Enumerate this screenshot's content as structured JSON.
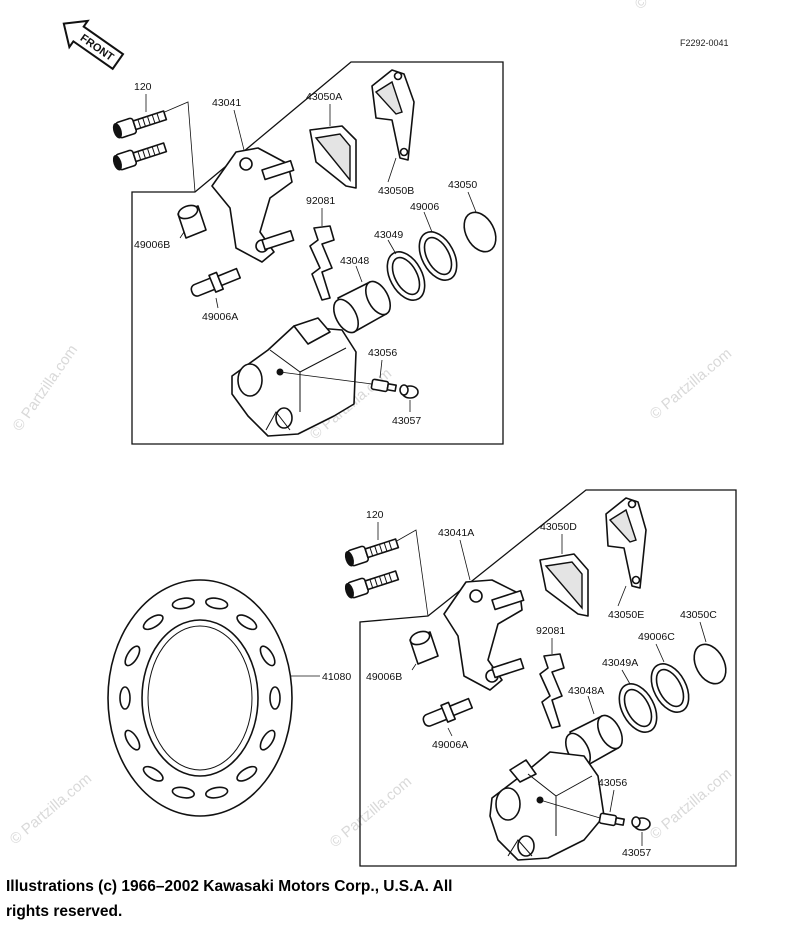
{
  "figure_code": "F2292-0041",
  "front_label": "FRONT",
  "watermark": "© Partzilla.com",
  "copyright": "Illustrations (c) 1966–2002 Kawasaki Motors Corp., U.S.A.  All rights reserved.",
  "upper_assembly": {
    "labels": {
      "bolt": "120",
      "bracket": "43041",
      "pad_a": "43050A",
      "pad_b": "43050B",
      "boot_cap": "43050",
      "spring": "92081",
      "seal_outer": "49006",
      "seal_inner": "43049",
      "piston": "43048",
      "boot": "49006B",
      "pin": "49006A",
      "bleeder": "43056",
      "bleeder_cap": "43057"
    }
  },
  "lower_assembly": {
    "labels": {
      "bolt": "120",
      "bracket": "43041A",
      "pad_d": "43050D",
      "pad_e": "43050E",
      "boot_cap": "43050C",
      "spring": "92081",
      "seal_outer": "49006C",
      "seal_inner": "43049A",
      "piston": "43048A",
      "boot": "49006B",
      "pin": "49006A",
      "bleeder": "43056",
      "bleeder_cap": "43057",
      "disc": "41080"
    }
  }
}
